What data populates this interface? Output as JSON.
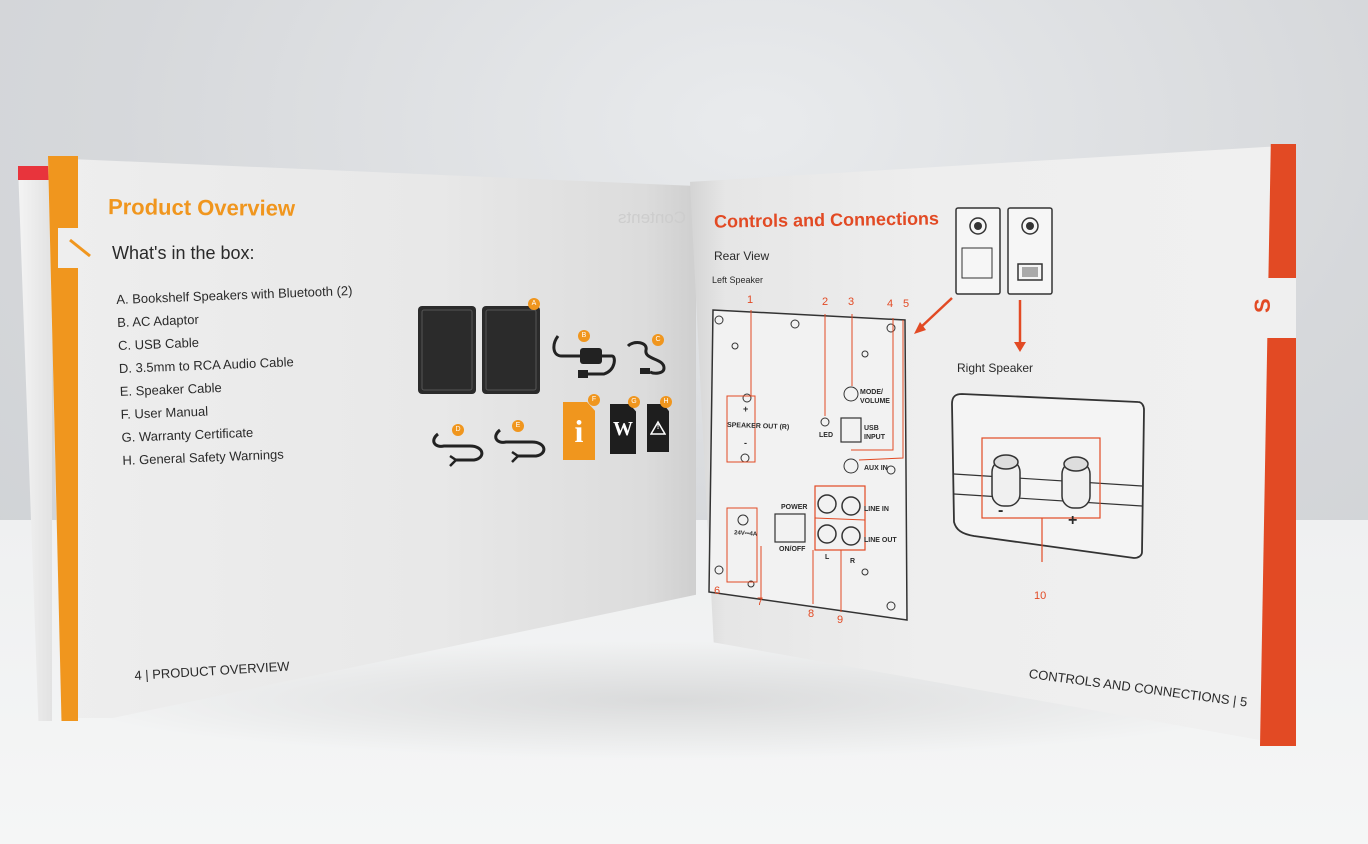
{
  "left_page": {
    "title": "Product Overview",
    "subtitle": "What's in the box:",
    "mirrored_heading": "Contents",
    "items": [
      "A. Bookshelf Speakers with Bluetooth (2)",
      "B. AC Adaptor",
      "C. USB Cable",
      "D. 3.5mm to RCA Audio Cable",
      "E. Speaker Cable",
      "F. User Manual",
      "G. Warranty Certificate",
      "H. General Safety Warnings"
    ],
    "footer": "4 | PRODUCT OVERVIEW",
    "item_badges": [
      "A",
      "B",
      "C",
      "D",
      "E",
      "F",
      "G",
      "H"
    ],
    "doc_icons": {
      "info": "i",
      "warranty": "W",
      "warning": "!"
    }
  },
  "right_page": {
    "title": "Controls and Connections",
    "rear_view": "Rear View",
    "left_speaker": "Left Speaker",
    "right_speaker": "Right Speaker",
    "callouts": [
      "1",
      "2",
      "3",
      "4",
      "5",
      "6",
      "7",
      "8",
      "9",
      "10"
    ],
    "panel_labels": {
      "speaker_out": "SPEAKER OUT (R)",
      "plus": "+",
      "minus": "-",
      "led": "LED",
      "mode_volume": "MODE/ VOLUME",
      "usb_input": "USB INPUT",
      "aux_in": "AUX IN",
      "power": "POWER",
      "on_off": "ON/OFF",
      "dc": "24V⎓4A",
      "line_in": "LINE IN",
      "line_out": "LINE OUT",
      "l": "L",
      "r": "R"
    },
    "terminal_minus": "-",
    "terminal_plus": "+",
    "footer": "CONTROLS AND CONNECTIONS | 5",
    "tab_letter": "S"
  },
  "colors": {
    "orange": "#f0961e",
    "red_orange": "#e24a24",
    "text_dark": "#2a2a2a",
    "page": "#eeeeee"
  }
}
